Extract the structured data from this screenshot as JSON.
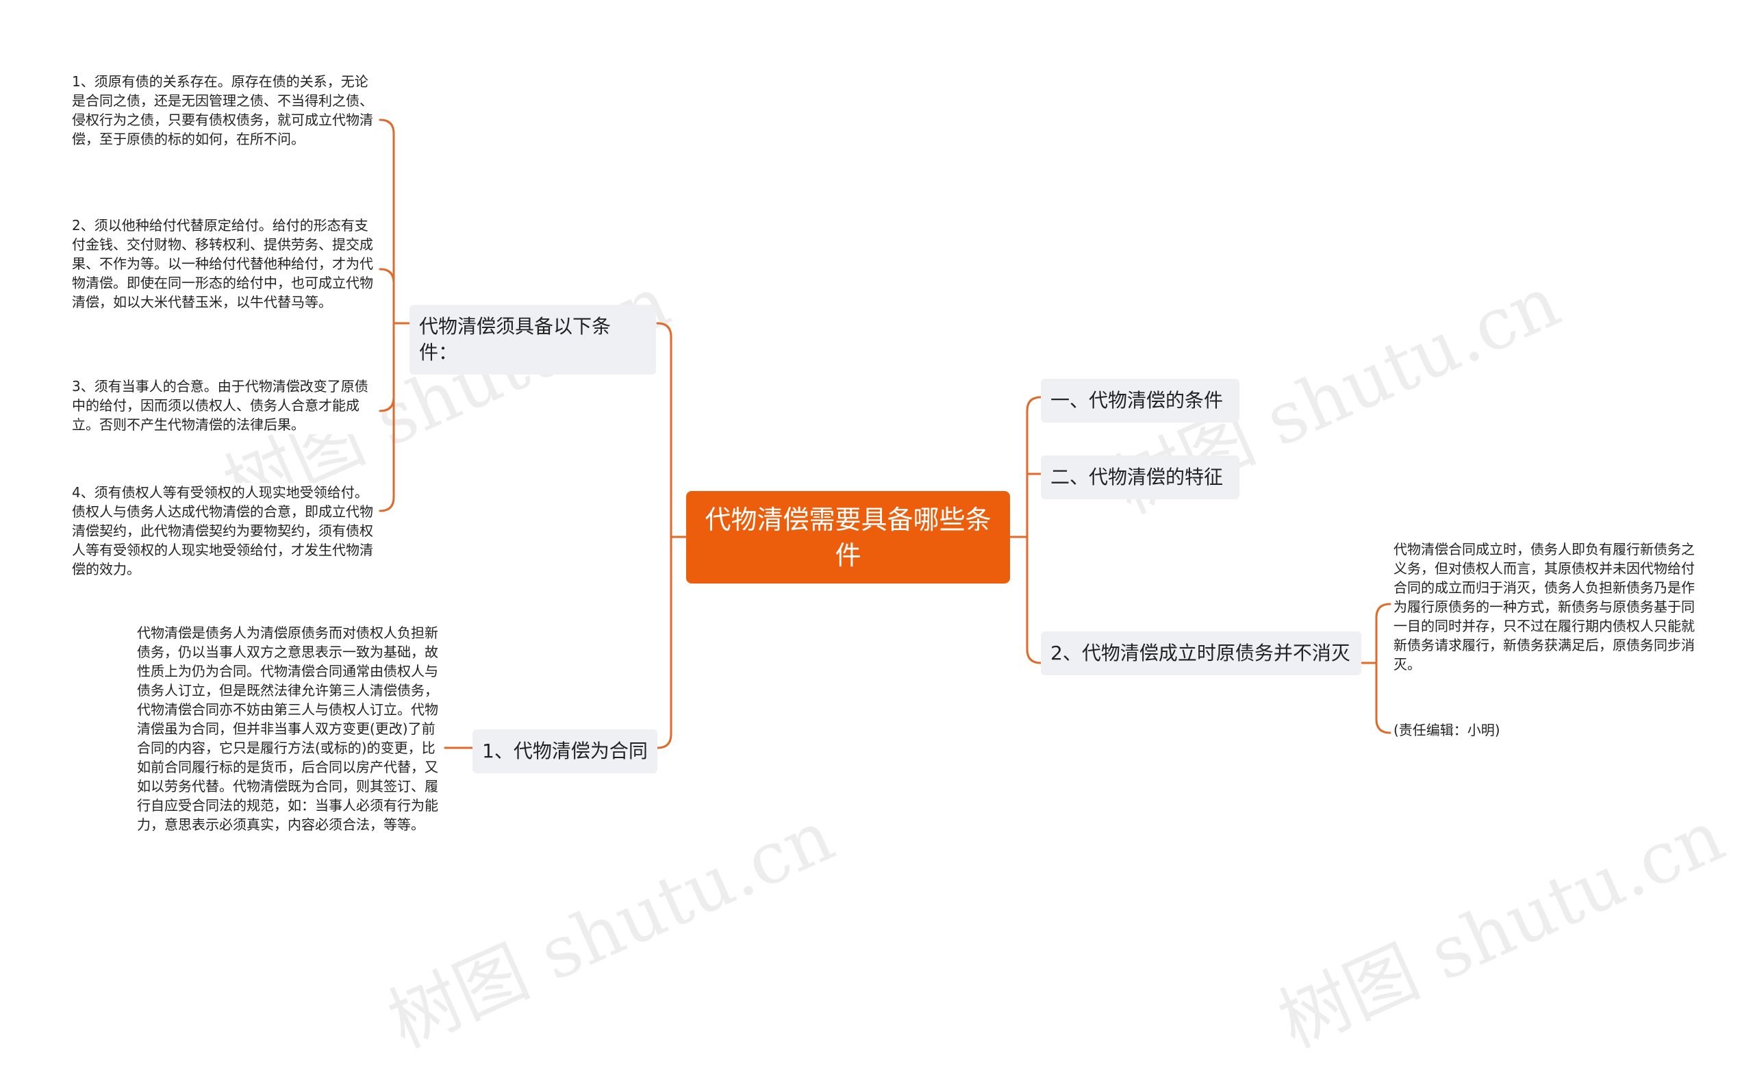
{
  "colors": {
    "accent": "#ed5e0c",
    "topic_background": "#eef0f4",
    "link": "#e06a2a"
  },
  "watermark_text": "树图 shutu.cn",
  "root": {
    "label": "代物清偿需要具备哪些条件"
  },
  "left_branches": [
    {
      "label": "代物清偿须具备以下条件：",
      "leaves": [
        "1、须原有债的关系存在。原存在债的关系，无论是合同之债，还是无因管理之债、不当得利之债、侵权行为之债，只要有债权债务，就可成立代物清偿，至于原债的标的如何，在所不问。",
        "2、须以他种给付代替原定给付。给付的形态有支付金钱、交付财物、移转权利、提供劳务、提交成果、不作为等。以一种给付代替他种给付，才为代物清偿。即使在同一形态的给付中，也可成立代物清偿，如以大米代替玉米，以牛代替马等。",
        "3、须有当事人的合意。由于代物清偿改变了原债中的给付，因而须以债权人、债务人合意才能成立。否则不产生代物清偿的法律后果。",
        "4、须有债权人等有受领权的人现实地受领给付。债权人与债务人达成代物清偿的合意，即成立代物清偿契约，此代物清偿契约为要物契约，须有债权人等有受领权的人现实地受领给付，才发生代物清偿的效力。"
      ]
    },
    {
      "label": "1、代物清偿为合同",
      "leaves": [
        "代物清偿是债务人为清偿原债务而对债权人负担新债务，仍以当事人双方之意思表示一致为基础，故性质上为仍为合同。代物清偿合同通常由债权人与债务人订立，但是既然法律允许第三人清偿债务，代物清偿合同亦不妨由第三人与债权人订立。代物清偿虽为合同，但并非当事人双方变更(更改)了前合同的内容，它只是履行方法(或标的)的变更，比如前合同履行标的是货币，后合同以房产代替，又如以劳务代替。代物清偿既为合同，则其签订、履行自应受合同法的规范，如：当事人必须有行为能力，意思表示必须真实，内容必须合法，等等。"
      ]
    }
  ],
  "right_branches": [
    {
      "label": "一、代物清偿的条件",
      "leaves": []
    },
    {
      "label": "二、代物清偿的特征",
      "leaves": []
    },
    {
      "label": "2、代物清偿成立时原债务并不消灭",
      "leaves": [
        "代物清偿合同成立时，债务人即负有履行新债务之义务，但对债权人而言，其原债权并未因代物给付合同的成立而归于消灭，债务人负担新债务乃是作为履行原债务的一种方式，新债务与原债务基于同一目的同时并存，只不过在履行期内债权人只能就新债务请求履行，新债务获满足后，原债务同步消灭。",
        "(责任编辑：小明)"
      ]
    }
  ]
}
